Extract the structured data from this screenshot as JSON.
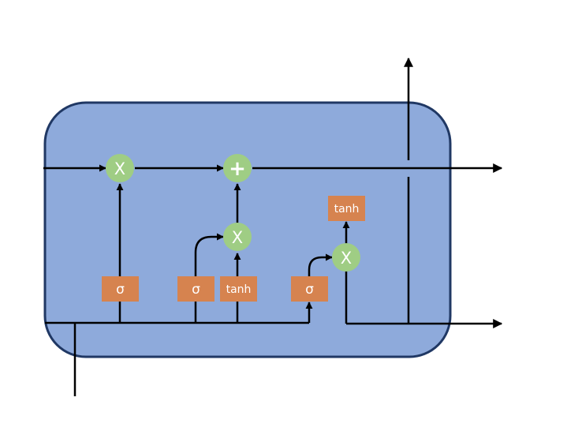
{
  "colors": {
    "cell_fill": "#8eaadb",
    "cell_border": "#203864",
    "gate_fill": "#d6834f",
    "op_fill": "#9fcd84",
    "line": "#000000",
    "text": "#ffffff"
  },
  "gates": {
    "forget_sigma": "σ",
    "input_sigma": "σ",
    "candidate_tanh": "tanh",
    "output_sigma": "σ",
    "cell_tanh": "tanh"
  },
  "ops": {
    "forget_multiply": "X",
    "add": "+",
    "input_multiply": "X",
    "output_multiply": "X"
  }
}
